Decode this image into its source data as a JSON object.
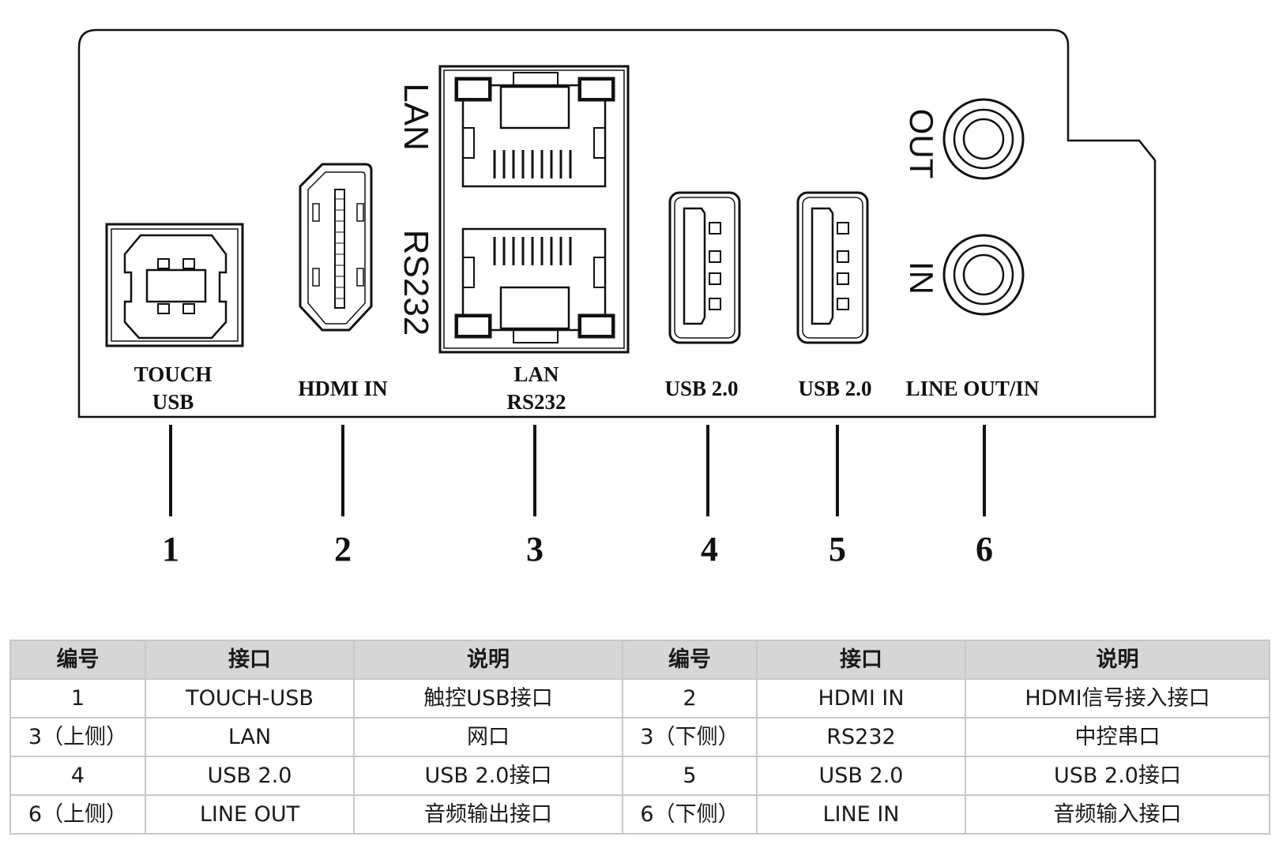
{
  "panel": {
    "ports": [
      {
        "caption_lines": [
          "TOUCH",
          "USB"
        ],
        "callout": "1"
      },
      {
        "caption_lines": [
          "HDMI IN"
        ],
        "callout": "2"
      },
      {
        "caption_lines": [
          "LAN",
          "RS232"
        ],
        "callout": "3"
      },
      {
        "caption_lines": [
          "USB 2.0"
        ],
        "callout": "4"
      },
      {
        "caption_lines": [
          "USB 2.0"
        ],
        "callout": "5"
      },
      {
        "caption_lines": [
          "LINE OUT/IN"
        ],
        "callout": "6"
      }
    ],
    "stencil": {
      "lan": "LAN",
      "rs232": "RS232",
      "out": "OUT",
      "in": "IN"
    }
  },
  "table": {
    "headers": [
      "编号",
      "接口",
      "说明",
      "编号",
      "接口",
      "说明"
    ],
    "rows": [
      [
        "1",
        "TOUCH-USB",
        "触控USB接口",
        "2",
        "HDMI IN",
        "HDMI信号接入接口"
      ],
      [
        "3（上侧）",
        "LAN",
        "网口",
        "3（下侧）",
        "RS232",
        "中控串口"
      ],
      [
        "4",
        "USB 2.0",
        "USB 2.0接口",
        "5",
        "USB 2.0",
        "USB 2.0接口"
      ],
      [
        "6（上侧）",
        "LINE OUT",
        "音频输出接口",
        "6（下侧）",
        "LINE IN",
        "音频输入接口"
      ]
    ]
  }
}
